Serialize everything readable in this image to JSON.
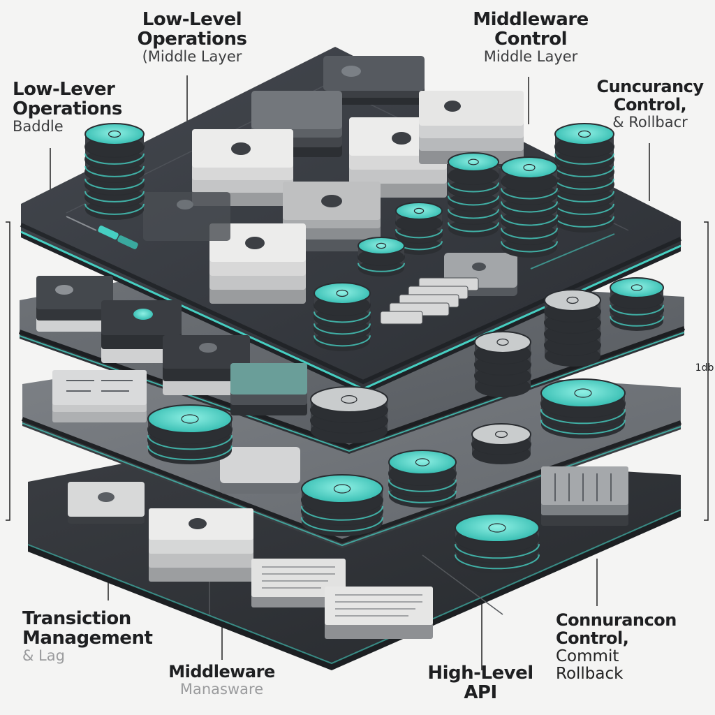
{
  "labels": {
    "top_left": {
      "line1": "Low-Level",
      "line2": "Operations",
      "line3": "(Middle Layer"
    },
    "top_center": {
      "line1": "Middleware",
      "line2": "Control",
      "line3": "Middle Layer"
    },
    "left": {
      "line1": "Low-Lever",
      "line2": "Operations",
      "line3": "Baddle"
    },
    "right": {
      "line1": "Cuncurancy",
      "line2": "Control,",
      "line3": "& Rollbacr"
    },
    "bottom_left": {
      "line1": "Transiction",
      "line2": "Management",
      "line3": "& Lag"
    },
    "bottom_mid": {
      "line1": "Middleware",
      "line2": "Manasware"
    },
    "bottom_center": {
      "line1": "High-Level",
      "line2": "API"
    },
    "bottom_right": {
      "line1": "Connurancon",
      "line2": "Control,",
      "line3": "Commit",
      "line4": "Rollback"
    },
    "side_right": "1db"
  },
  "colors": {
    "platform_top": "#3b3e42",
    "platform_edge": "#22252a",
    "accent": "#46cfc2",
    "disk": "#c9cccd",
    "card": "#e7e7e6"
  }
}
